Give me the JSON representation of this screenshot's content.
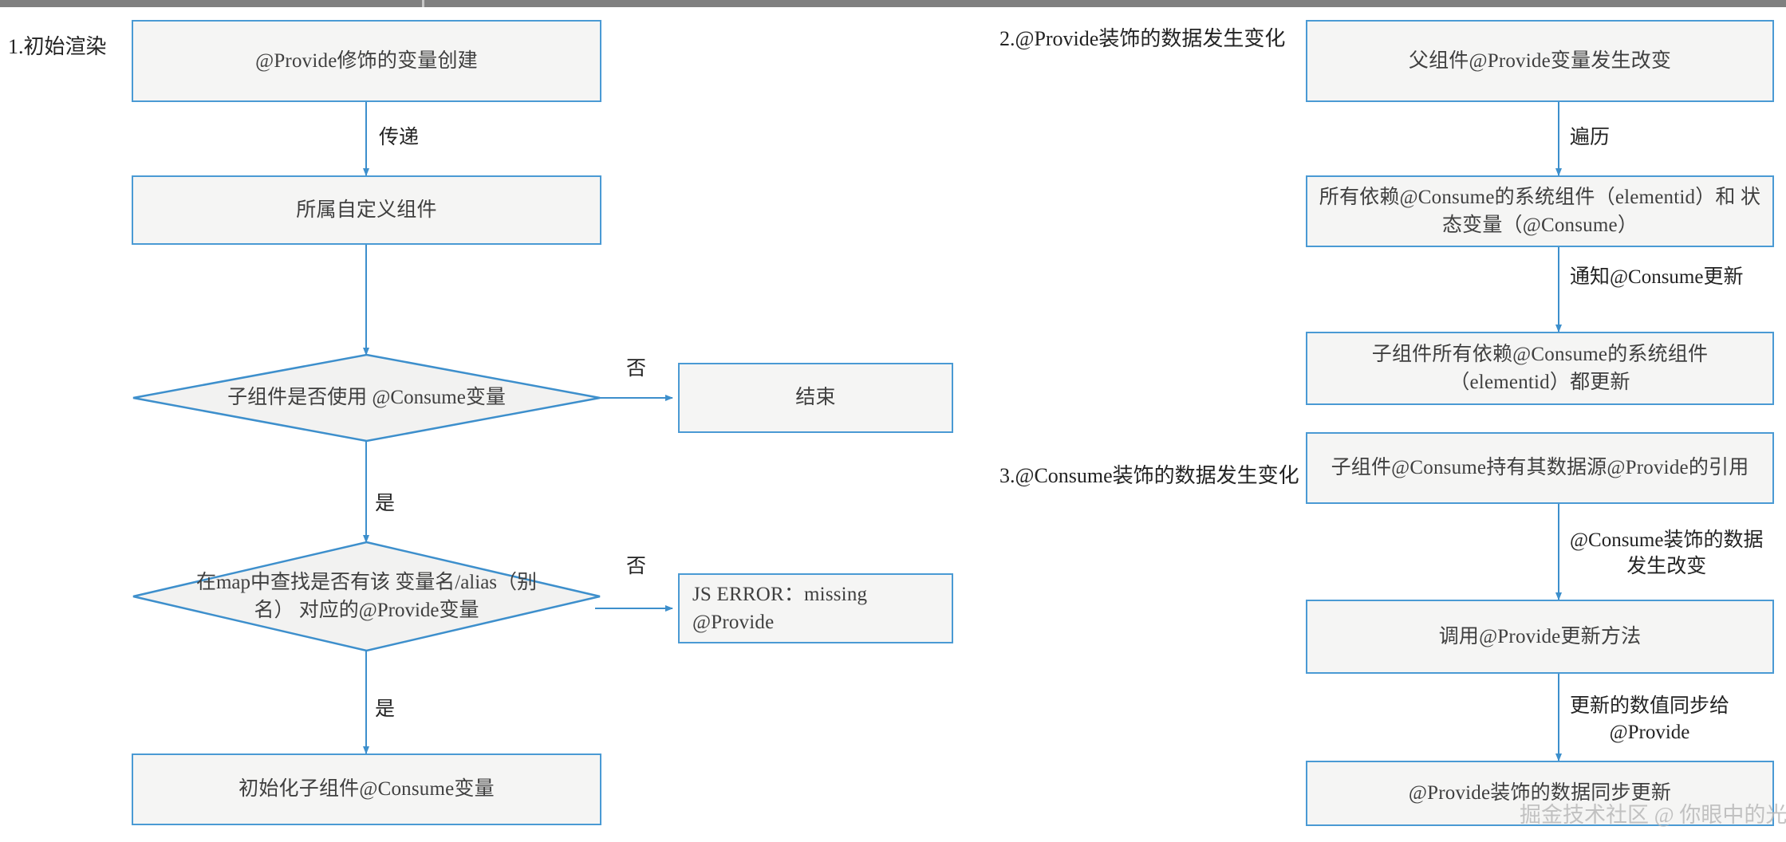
{
  "theme": {
    "node_fill": "#f5f5f4",
    "node_border": "#4a9ad4",
    "arrow_color": "#4a9ad4",
    "text_color": "#3f3f3f",
    "caption_color": "#232323",
    "topbar_color": "#808080",
    "watermark_color": "#b9b9b9"
  },
  "sections": {
    "one": "1.初始渲染",
    "two": "2.@Provide装饰的数据发生变化",
    "three": "3.@Consume装饰的数据发生变化"
  },
  "flow_left": {
    "n1": "@Provide修饰的变量创建",
    "n2": "所属自定义组件",
    "d1": "子组件是否使用\n@Consume变量",
    "n3": "结束",
    "d2": "在map中查找是否有该\n变量名/alias（别名）\n对应的@Provide变量",
    "n4": "JS ERROR：missing @Provide",
    "n5": "初始化子组件@Consume变量",
    "e1": "传递",
    "e2": "否",
    "e3": "是",
    "e4": "否",
    "e5": "是"
  },
  "flow_right_provide": {
    "n1": "父组件@Provide变量发生改变",
    "n2": "所有依赖@Consume的系统组件（elementid）和\n状态变量（@Consume）",
    "n3": "子组件所有依赖@Consume的系统组件\n（elementid）都更新",
    "e1": "遍历",
    "e2": "通知@Consume更新"
  },
  "flow_right_consume": {
    "n1": "子组件@Consume持有其数据源@Provide的引用",
    "n2": "调用@Provide更新方法",
    "n3": "@Provide装饰的数据同步更新",
    "e1": "@Consume装饰的数据\n发生改变",
    "e2": "更新的数值同步给\n@Provide"
  },
  "watermark": "掘金技术社区 @ 你眼中的光"
}
